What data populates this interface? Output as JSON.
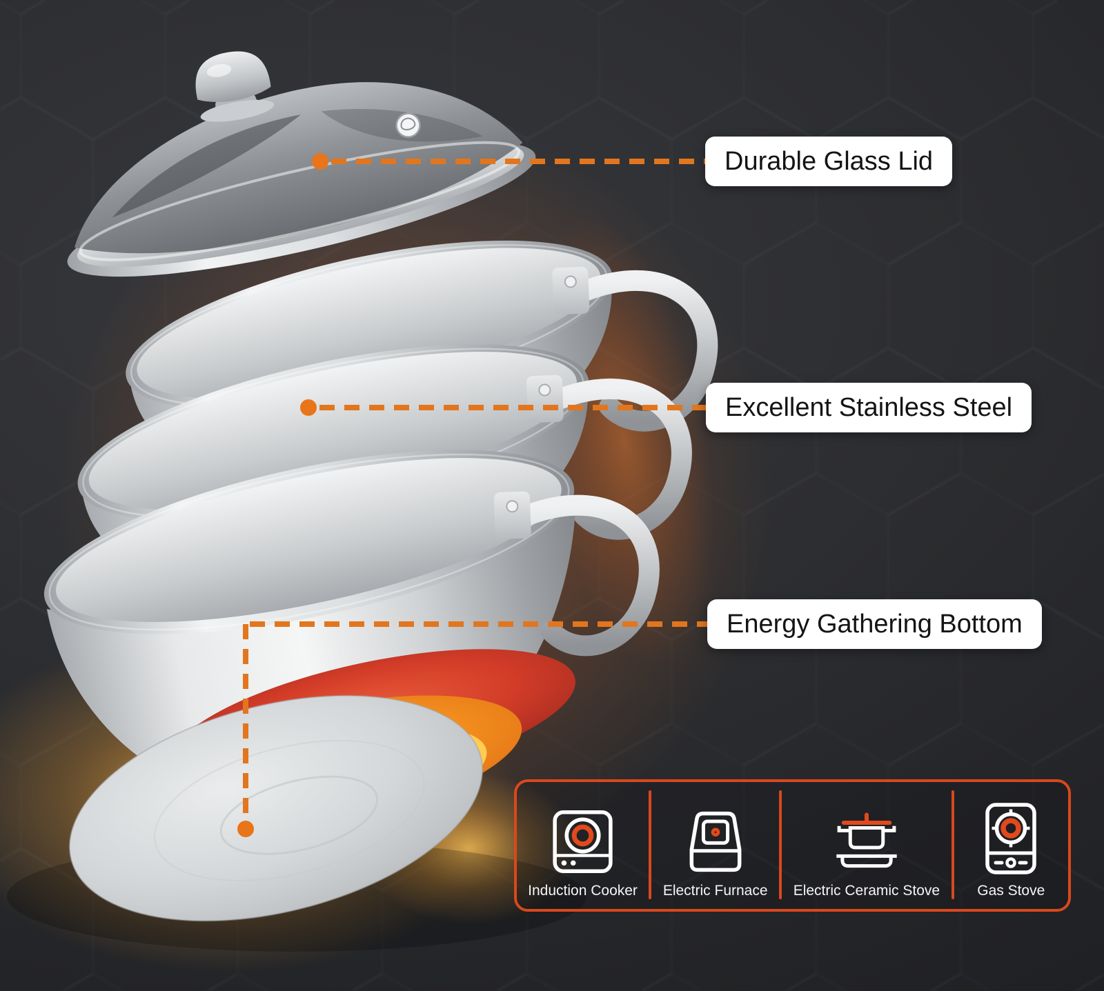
{
  "colors": {
    "background": "#2B2C2F",
    "accent_dash": "#E2761E",
    "accent_dot": "#E8751A",
    "panel_border": "#D9481C",
    "icon_accent": "#E2491D",
    "callout_bg": "#FFFFFF",
    "callout_text": "#141414",
    "panel_label": "#F5F5F6"
  },
  "callouts": [
    {
      "id": "lid",
      "label": "Durable Glass Lid"
    },
    {
      "id": "steel",
      "label": "Excellent Stainless Steel"
    },
    {
      "id": "bottom",
      "label": "Energy Gathering Bottom"
    }
  ],
  "compatibility_panel": {
    "items": [
      {
        "icon": "induction-cooker-icon",
        "label": "Induction Cooker"
      },
      {
        "icon": "electric-furnace-icon",
        "label": "Electric Furnace"
      },
      {
        "icon": "electric-ceramic-stove-icon",
        "label": "Electric Ceramic Stove"
      },
      {
        "icon": "gas-stove-icon",
        "label": "Gas Stove"
      }
    ]
  },
  "product": {
    "parts": [
      "glass-lid",
      "stacked-stainless-pots",
      "energy-gathering-bottom"
    ]
  }
}
